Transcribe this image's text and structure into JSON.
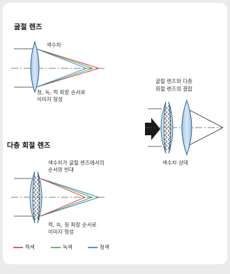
{
  "section1": {
    "title": "굴절 렌즈",
    "label_aberration": "색수차",
    "label_order_line1": "청, 녹, 적 파장 순서로",
    "label_order_line2": "이미지 형성"
  },
  "section2": {
    "title": "다층 회절 렌즈",
    "label_reverse_line1": "색수차가 굴절 렌즈에서의",
    "label_reverse_line2": "순서와 반대",
    "label_order_line1": "적, 녹, 청 파장 순서로",
    "label_order_line2": "이미지 형성"
  },
  "section3": {
    "label_combo_line1": "굴절 렌즈와 다층",
    "label_combo_line2": "회절 렌즈의 결합",
    "label_state": "색수차 상태"
  },
  "legend": [
    {
      "label": "적색",
      "color": "#d2232a"
    },
    {
      "label": "녹색",
      "color": "#2ea043"
    },
    {
      "label": "청색",
      "color": "#1f6fb4"
    }
  ],
  "colors": {
    "lens_fill": "#b9d3ee",
    "lens_stroke": "#2a5f93",
    "arrow": "#1a1a1a",
    "axis": "#555555"
  }
}
